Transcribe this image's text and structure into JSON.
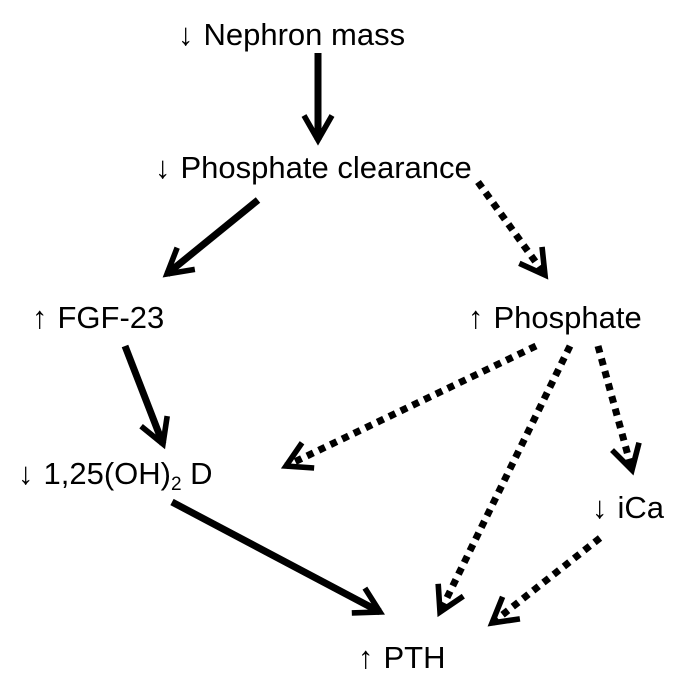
{
  "nodes": {
    "nephron": {
      "arrow": "↓",
      "label": "Nephron mass"
    },
    "clearance": {
      "arrow": "↓",
      "label": "Phosphate clearance"
    },
    "fgf23": {
      "arrow": "↑",
      "label": "FGF-23"
    },
    "phosphate": {
      "arrow": "↑",
      "label": "Phosphate"
    },
    "vitd": {
      "arrow": "↓",
      "label_pre": "1,25(OH)",
      "label_sub": "2",
      "label_post": " D"
    },
    "ica": {
      "arrow": "↓",
      "label": "iCa"
    },
    "pth": {
      "arrow": "↑",
      "label": "PTH"
    }
  },
  "edges": [
    {
      "from": "Nephron mass",
      "to": "Phosphate clearance",
      "style": "solid"
    },
    {
      "from": "Phosphate clearance",
      "to": "FGF-23",
      "style": "solid"
    },
    {
      "from": "Phosphate clearance",
      "to": "Phosphate",
      "style": "dotted"
    },
    {
      "from": "FGF-23",
      "to": "1,25(OH)2 D",
      "style": "solid"
    },
    {
      "from": "Phosphate",
      "to": "1,25(OH)2 D",
      "style": "dotted"
    },
    {
      "from": "Phosphate",
      "to": "PTH",
      "style": "dotted"
    },
    {
      "from": "Phosphate",
      "to": "iCa",
      "style": "dotted"
    },
    {
      "from": "1,25(OH)2 D",
      "to": "PTH",
      "style": "solid"
    },
    {
      "from": "iCa",
      "to": "PTH",
      "style": "dotted"
    }
  ]
}
